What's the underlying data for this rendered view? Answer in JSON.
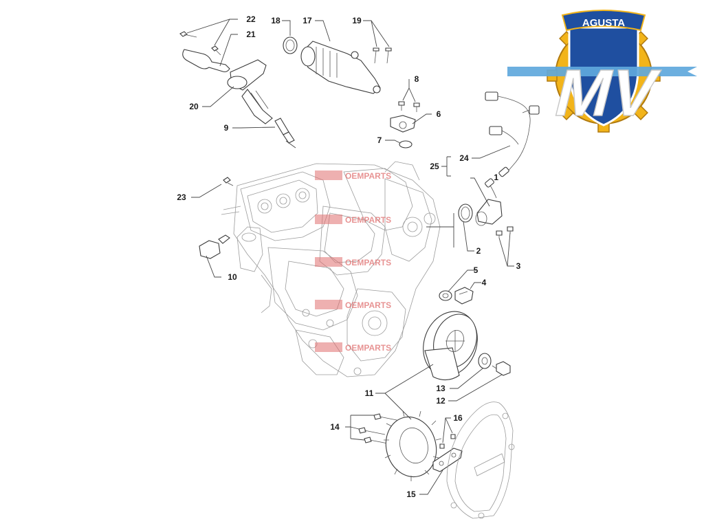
{
  "logo": {
    "brand": "AGUSTA",
    "monogram": "MV",
    "colors": {
      "gear": "#f2b41a",
      "shield": "#1f4fa0",
      "arrow": "#5fa8dc",
      "text": "#ffffff"
    }
  },
  "watermark": {
    "text": "OEMPARTS",
    "color": "#e07070"
  },
  "callouts": [
    "1",
    "2",
    "3",
    "4",
    "5",
    "6",
    "7",
    "8",
    "9",
    "10",
    "11",
    "12",
    "13",
    "14",
    "15",
    "16",
    "17",
    "18",
    "19",
    "20",
    "21",
    "22",
    "23",
    "24",
    "25"
  ]
}
